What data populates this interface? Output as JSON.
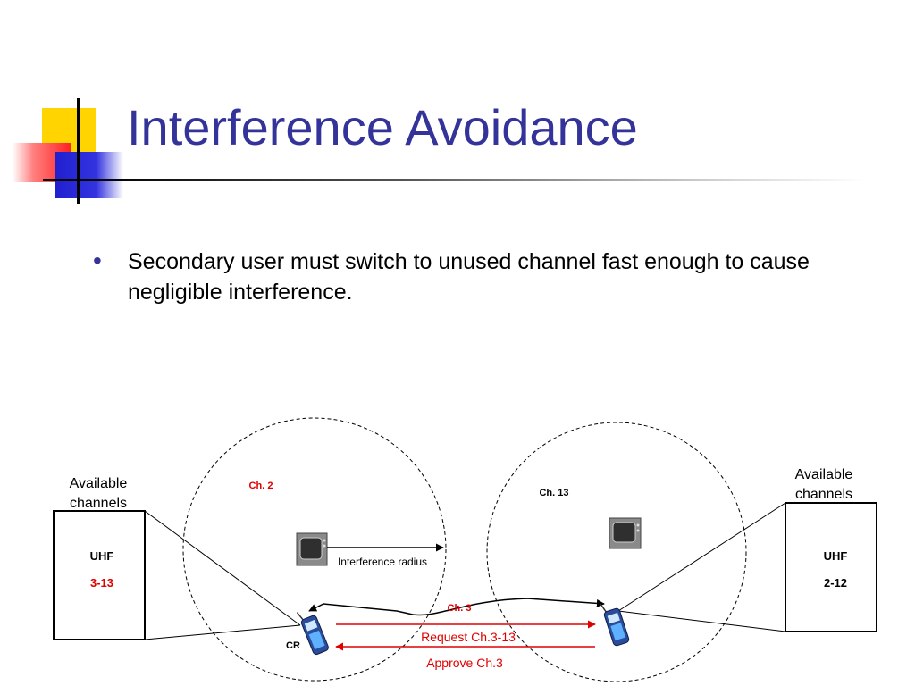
{
  "slide": {
    "title": "Interference Avoidance",
    "bullets": [
      "Secondary user must switch to unused channel fast enough to cause negligible interference."
    ]
  },
  "diagram": {
    "left_channels": {
      "heading_line1": "Available",
      "heading_line2": "channels",
      "band": "UHF",
      "range": "3-13"
    },
    "right_channels": {
      "heading_line1": "Available",
      "heading_line2": "channels",
      "band": "UHF",
      "range": "2-12"
    },
    "left_cell_channel": "Ch. 2",
    "right_cell_channel": "Ch. 13",
    "interference_radius_label": "Interference radius",
    "link_channel": "Ch. 3",
    "request_label": "Request Ch.3-13",
    "approve_label": "Approve Ch.3",
    "cr_label": "CR"
  },
  "colors": {
    "title": "#333399",
    "red": "#e00000",
    "black": "#000000",
    "yellow": "#ffd400",
    "blue": "#3333cc"
  }
}
